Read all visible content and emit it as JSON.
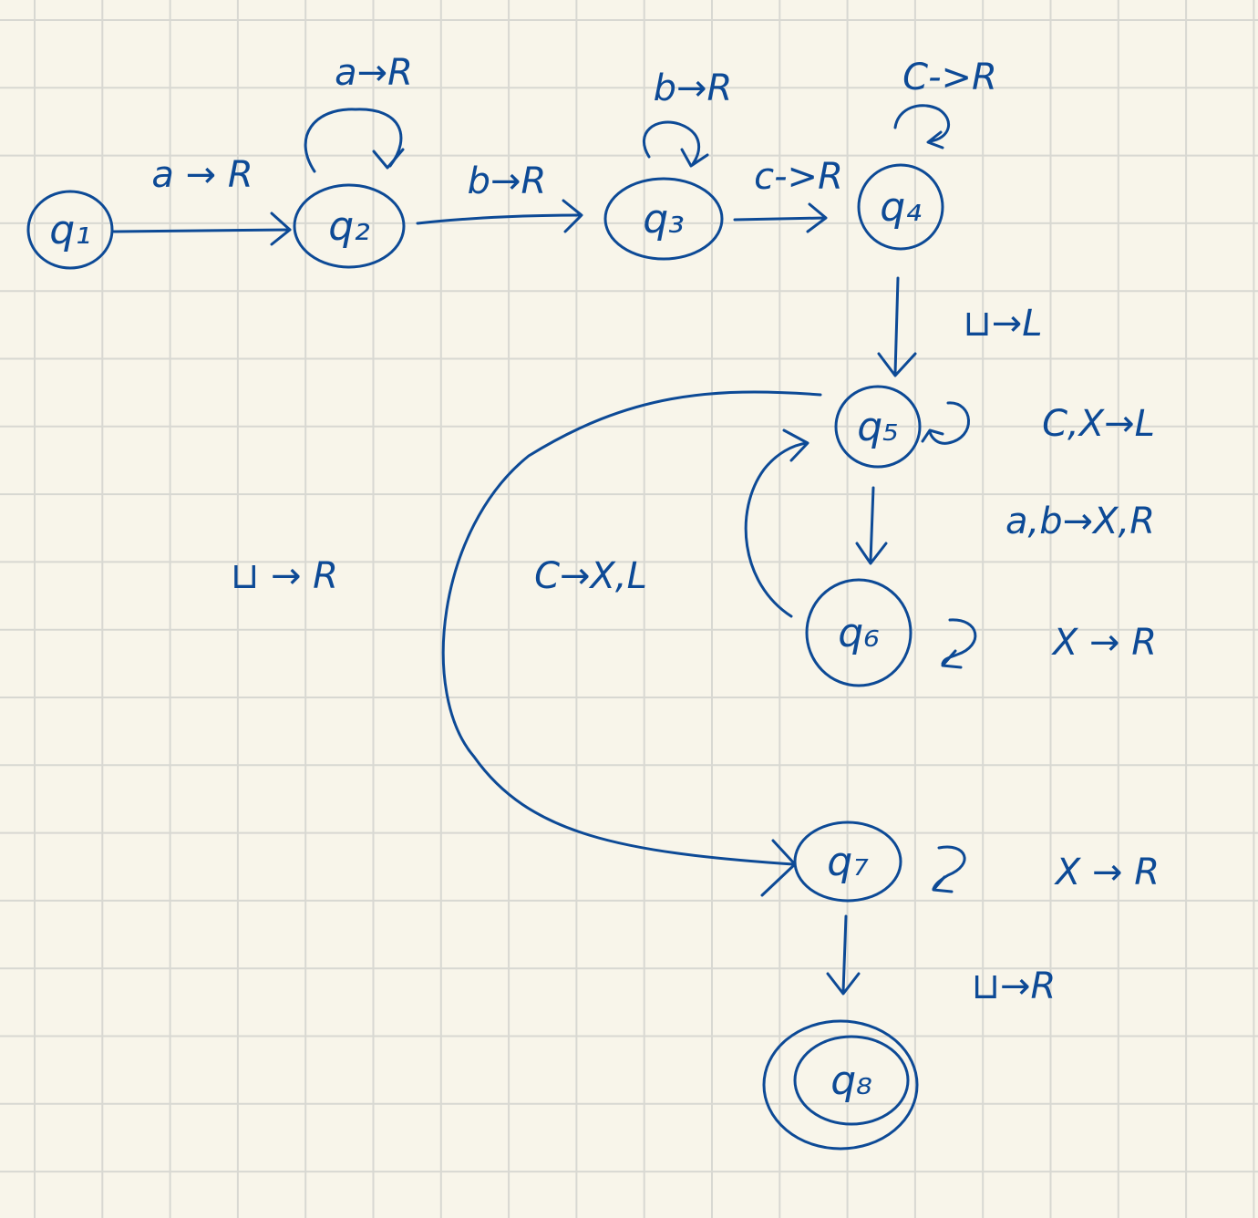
{
  "colors": {
    "paper": "#f8f5ea",
    "grid": "#d8d8d2",
    "ink": "#0d4a96"
  },
  "states": {
    "q1": "q₁",
    "q2": "q₂",
    "q3": "q₃",
    "q4": "q₄",
    "q5": "q₅",
    "q6": "q₆",
    "q7": "q₇",
    "q8": "q₈"
  },
  "accept_state": "q8",
  "transitions": [
    {
      "from": "q1",
      "to": "q2",
      "label": "a → R"
    },
    {
      "from": "q2",
      "to": "q2",
      "label": "a→R"
    },
    {
      "from": "q2",
      "to": "q3",
      "label": "b→R"
    },
    {
      "from": "q3",
      "to": "q3",
      "label": "b→R"
    },
    {
      "from": "q3",
      "to": "q4",
      "label": "c->R"
    },
    {
      "from": "q4",
      "to": "q4",
      "label": "C->R"
    },
    {
      "from": "q4",
      "to": "q5",
      "label": "⊔→L"
    },
    {
      "from": "q5",
      "to": "q5",
      "label": "C,X→L"
    },
    {
      "from": "q5",
      "to": "q6",
      "label": "a,b→X,R"
    },
    {
      "from": "q6",
      "to": "q6",
      "label": "X → R"
    },
    {
      "from": "q6",
      "to": "q5",
      "label": "C→X,L"
    },
    {
      "from": "q5",
      "to": "q7",
      "label": "⊔ → R"
    },
    {
      "from": "q7",
      "to": "q7",
      "label": "X → R"
    },
    {
      "from": "q7",
      "to": "q8",
      "label": "⊔→R"
    }
  ]
}
